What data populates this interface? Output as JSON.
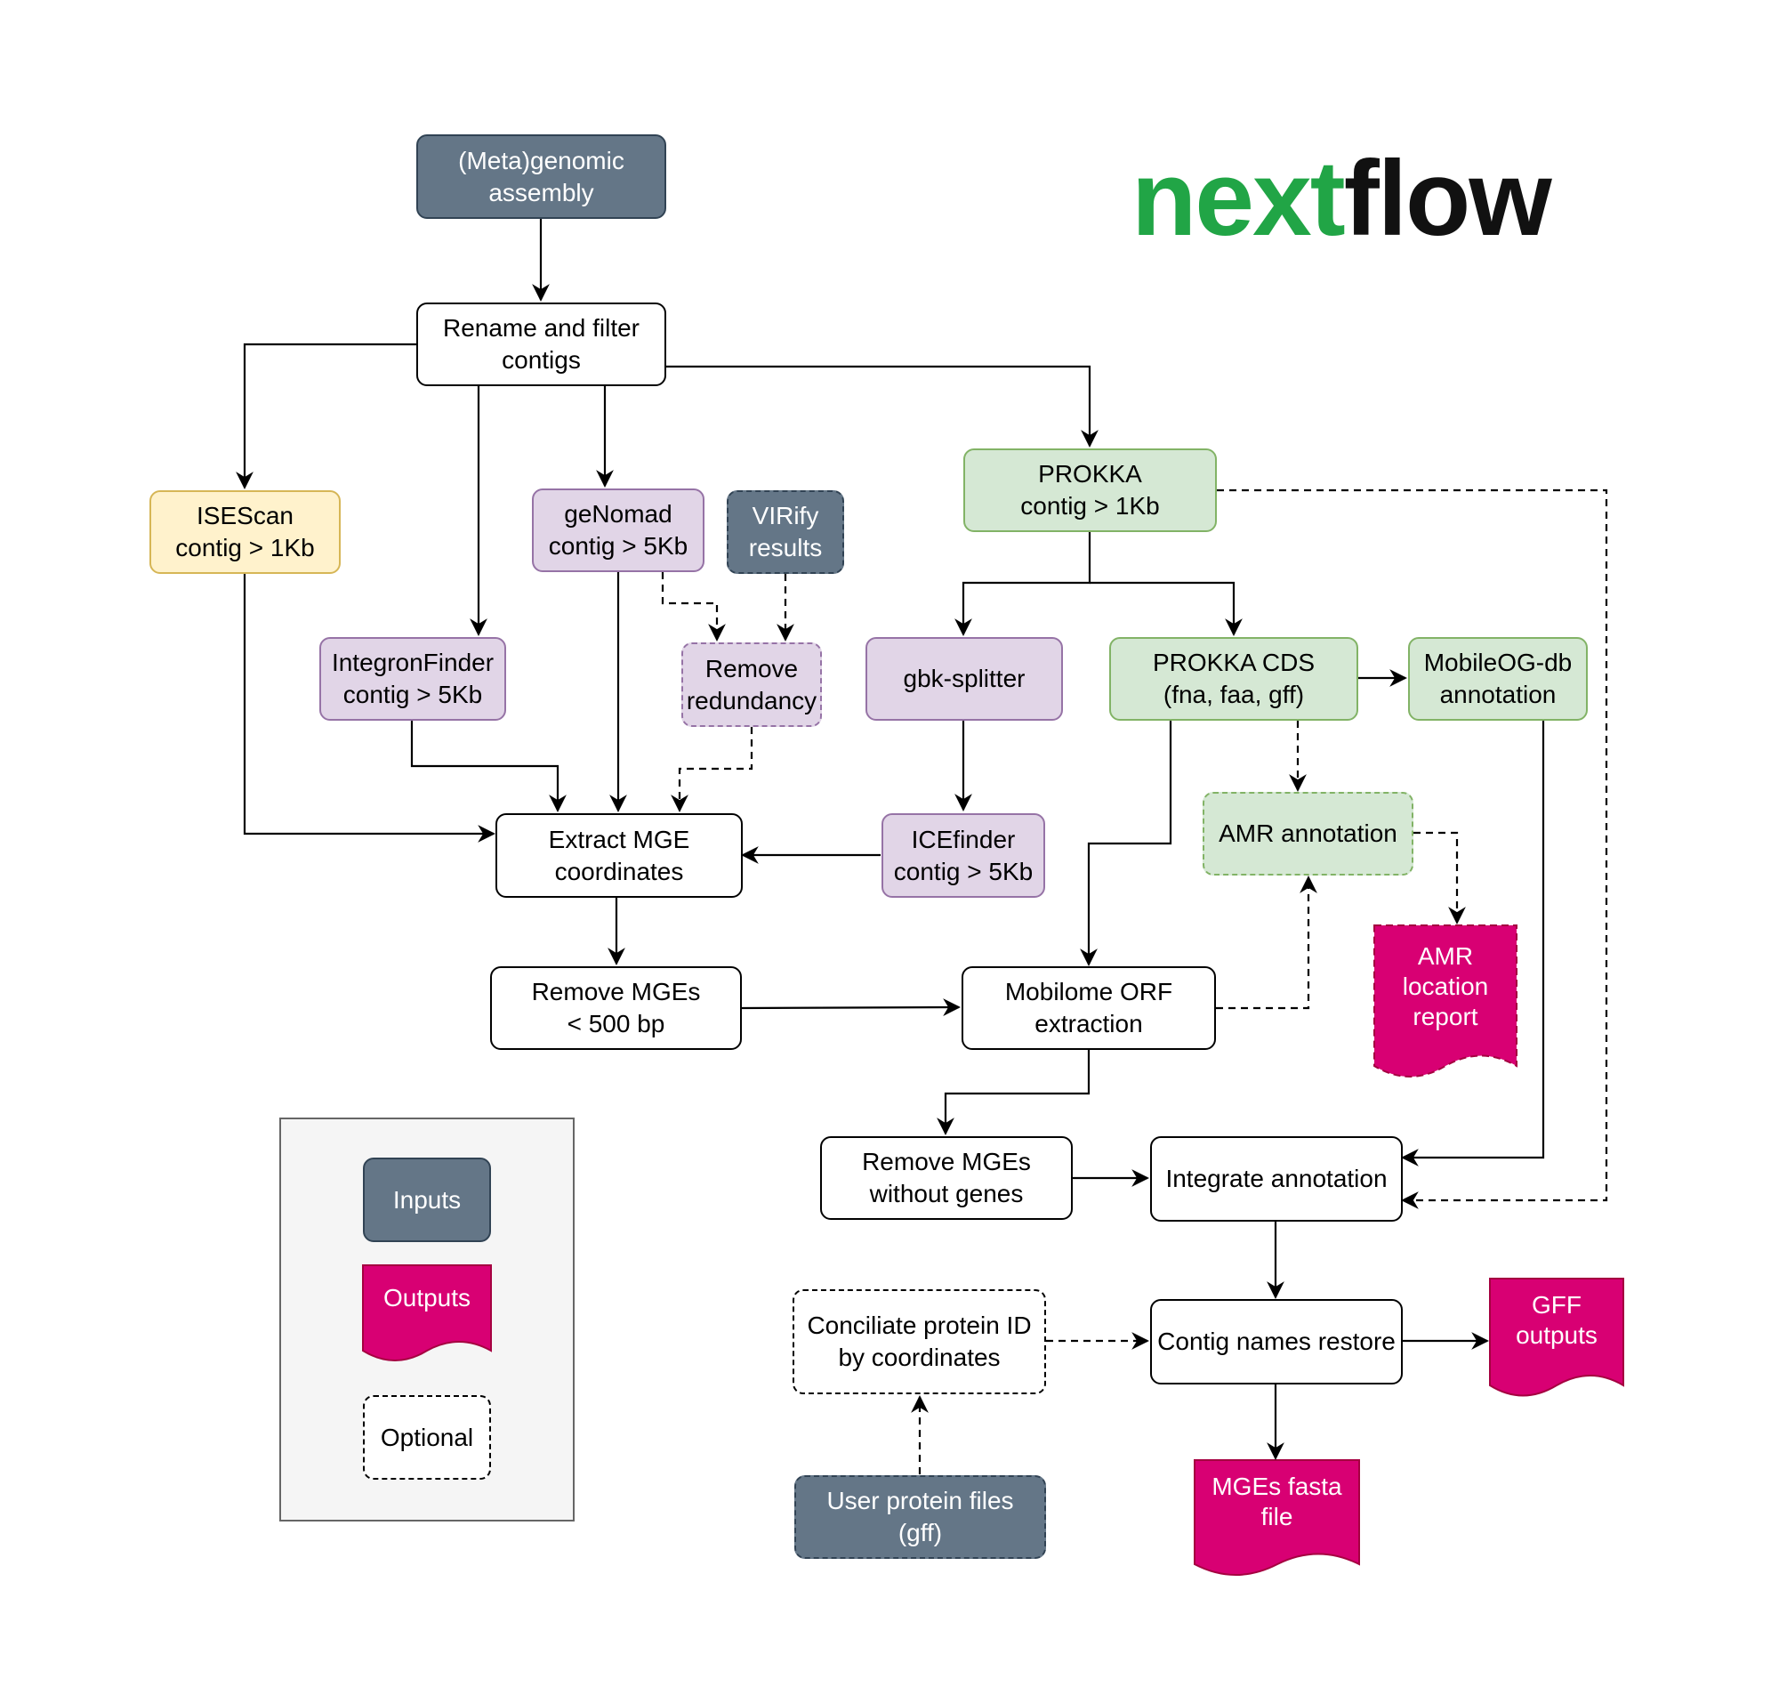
{
  "logo": {
    "part1": "next",
    "part2": "flow",
    "color_green": "#21a546",
    "color_dark": "#111111"
  },
  "colors": {
    "input_fill": "#647687",
    "input_border": "#314354",
    "output_fill": "#d80073",
    "output_border": "#a50040",
    "yellow_fill": "#fff2cc",
    "yellow_border": "#d6b656",
    "purple_fill": "#e1d5e7",
    "purple_border": "#9673a6",
    "green_fill": "#d5e8d4",
    "green_border": "#82b366",
    "legend_fill": "#f5f5f5",
    "legend_border": "#666666"
  },
  "nodes": {
    "assembly": "(Meta)genomic\nassembly",
    "rename": "Rename and filter\ncontigs",
    "isescan": "ISEScan\ncontig > 1Kb",
    "integron": "IntegronFinder\ncontig > 5Kb",
    "genomad": "geNomad\ncontig > 5Kb",
    "virify": "VIRify\nresults",
    "remove_redundancy": "Remove\nredundancy",
    "prokka": "PROKKA\ncontig > 1Kb",
    "gbk_splitter": "gbk-splitter",
    "prokka_cds": "PROKKA CDS\n(fna, faa, gff)",
    "mobileog": "MobileOG-db\nannotation",
    "amr_annotation": "AMR annotation",
    "extract_mge": "Extract MGE\ncoordinates",
    "icefinder": "ICEfinder\ncontig > 5Kb",
    "remove_500": "Remove MGEs\n< 500 bp",
    "mobilome_orf": "Mobilome ORF\nextraction",
    "remove_nogenes": "Remove MGEs\nwithout genes",
    "integrate": "Integrate annotation",
    "conciliate": "Conciliate protein ID\nby coordinates",
    "contig_restore": "Contig names restore",
    "user_protein": "User protein files\n(gff)"
  },
  "outputs": {
    "amr_report": "AMR\nlocation\nreport",
    "gff_outputs": "GFF\noutputs",
    "mges_fasta": "MGEs fasta\nfile"
  },
  "legend": {
    "inputs": "Inputs",
    "outputs": "Outputs",
    "optional": "Optional"
  }
}
